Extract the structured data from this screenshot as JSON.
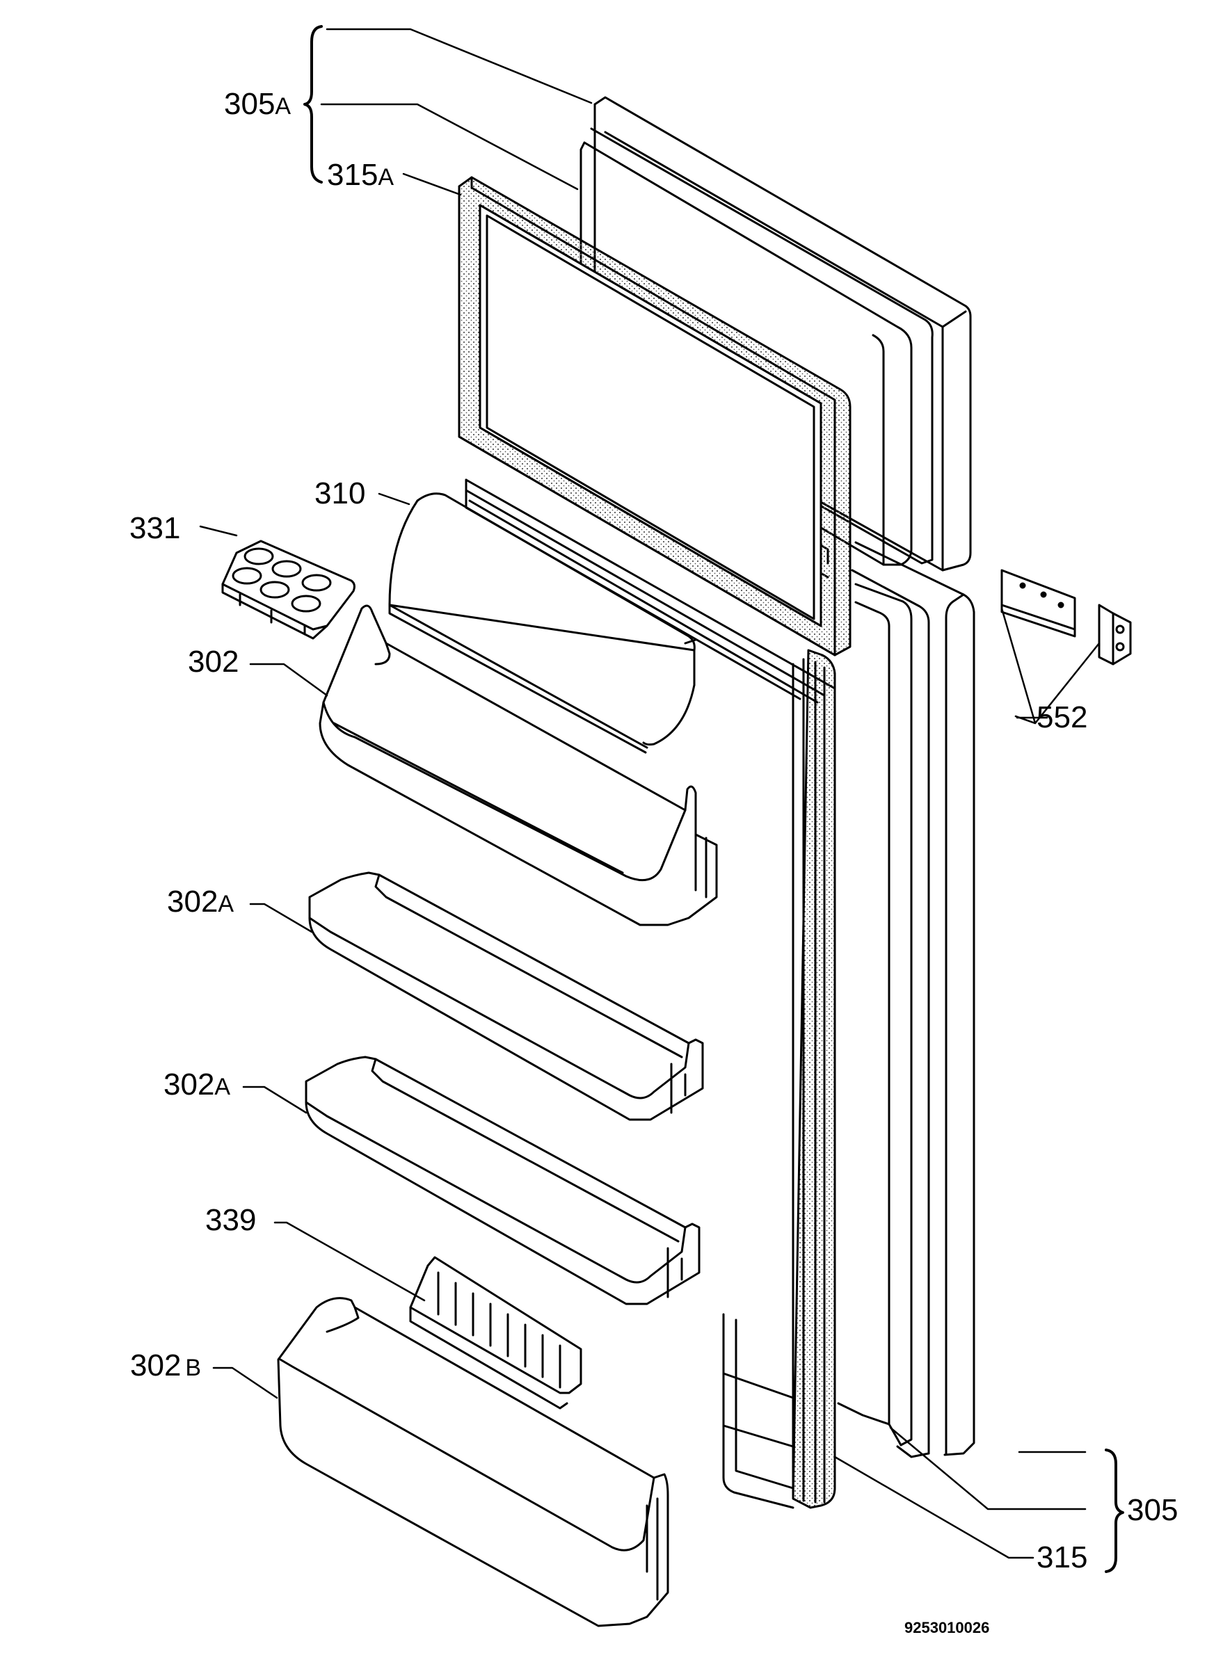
{
  "labels": {
    "l305A": {
      "num": "305",
      "suf": "A"
    },
    "l315A": {
      "num": "315",
      "suf": "A"
    },
    "l310": {
      "num": "310",
      "suf": ""
    },
    "l331": {
      "num": "331",
      "suf": ""
    },
    "l302": {
      "num": "302",
      "suf": ""
    },
    "l302A_1": {
      "num": "302",
      "suf": "A"
    },
    "l302A_2": {
      "num": "302",
      "suf": "A"
    },
    "l339": {
      "num": "339",
      "suf": ""
    },
    "l302B": {
      "num": "302",
      "suf": "B"
    },
    "l552": {
      "num": "552",
      "suf": ""
    },
    "l305": {
      "num": "305",
      "suf": ""
    },
    "l315": {
      "num": "315",
      "suf": ""
    }
  },
  "drawing_code": "9253010026",
  "colors": {
    "line": "#000000",
    "background": "#ffffff",
    "gasket_dots": "#555555"
  }
}
